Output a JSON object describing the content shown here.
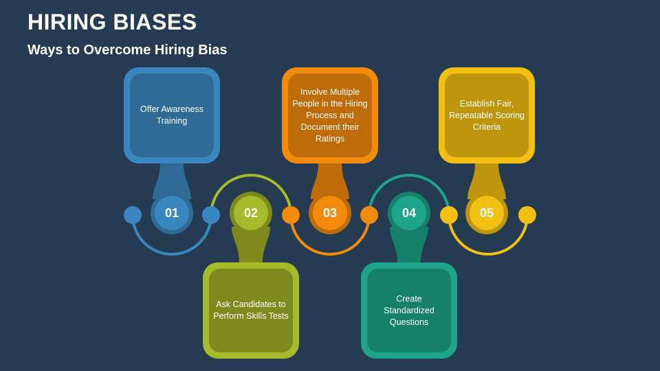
{
  "header": {
    "title": "HIRING BIASES",
    "subtitle": "Ways to Overcome Hiring Bias"
  },
  "steps": [
    {
      "number": "01",
      "text": "Offer Awareness Training",
      "position": "top",
      "outer_color": "#3a87c0",
      "inner_color": "#2f6b96",
      "num_color": "#2f6f9e"
    },
    {
      "number": "02",
      "text": "Ask Candidates to Perform Skills Tests",
      "position": "bottom",
      "outer_color": "#a6bb2b",
      "inner_color": "#7e8a1e",
      "num_color": "#97a823"
    },
    {
      "number": "03",
      "text": "Involve Multiple People in the Hiring Process and Document their Ratings",
      "position": "top",
      "outer_color": "#f28b0c",
      "inner_color": "#bd6c09",
      "num_color": "#f28b0c"
    },
    {
      "number": "04",
      "text": "Create Standardized Questions",
      "position": "bottom",
      "outer_color": "#1ea48a",
      "inner_color": "#17806a",
      "num_color": "#17957b"
    },
    {
      "number": "05",
      "text": "Establish Fair, Repeatable Scoring Criteria",
      "position": "top",
      "outer_color": "#f2c012",
      "inner_color": "#bd960e",
      "num_color": "#d9ab10"
    }
  ]
}
